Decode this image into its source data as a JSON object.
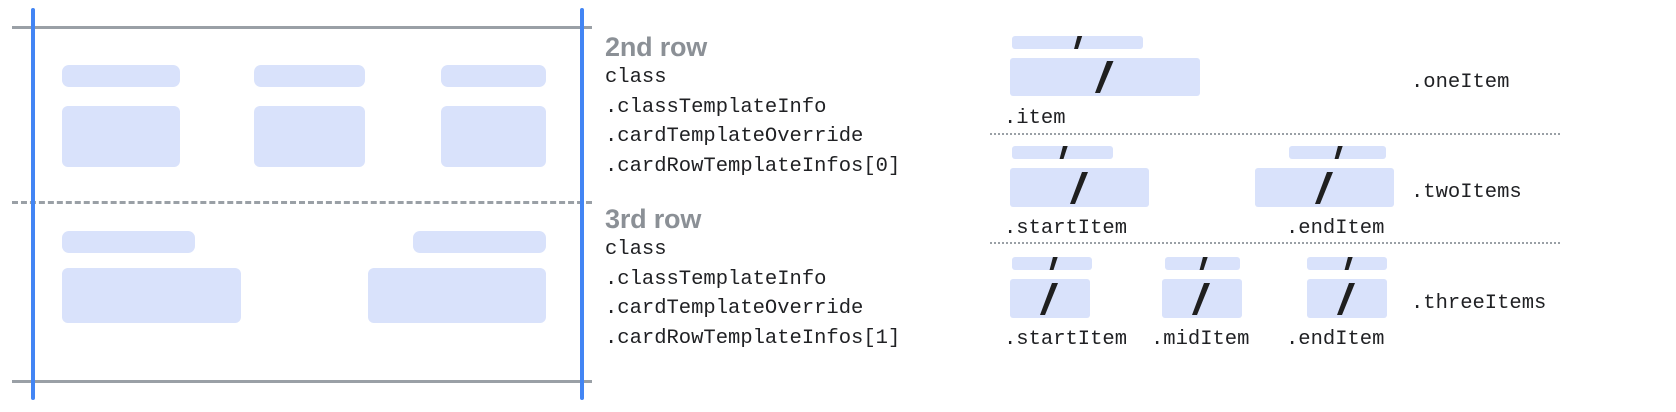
{
  "colors": {
    "placeholder": "#d9e2fb",
    "accent_blue": "#4285f4",
    "rule_gray": "#9aa0a6",
    "heading_gray": "#8b9096",
    "text": "#202124",
    "slash": "#1f1f1f"
  },
  "left_diagram": {
    "top_rule": "row-boundary-line",
    "bottom_rule": "row-boundary-line",
    "middle_rule": "row-separator-dashed",
    "left_edge": "card-left-edge-guide",
    "right_edge": "card-right-edge-guide",
    "rows": [
      {
        "name": "2nd row",
        "columns": [
          {
            "bar": "title-placeholder",
            "box": "image-placeholder"
          },
          {
            "bar": "title-placeholder",
            "box": "image-placeholder"
          },
          {
            "bar": "title-placeholder",
            "box": "image-placeholder"
          }
        ]
      },
      {
        "name": "3rd row",
        "columns": [
          {
            "bar": "title-placeholder",
            "box": "image-placeholder"
          },
          {
            "bar": "title-placeholder",
            "box": "image-placeholder"
          }
        ]
      }
    ]
  },
  "row_specs": [
    {
      "title": "2nd row",
      "lines": [
        "class",
        ".classTemplateInfo",
        ".cardTemplateOverride",
        ".cardRowTemplateInfos[0]"
      ]
    },
    {
      "title": "3rd row",
      "lines": [
        "class",
        ".classTemplateInfo",
        ".cardTemplateOverride",
        ".cardRowTemplateInfos[1]"
      ]
    }
  ],
  "right_diagram": {
    "bands": [
      {
        "tag": ".oneItem",
        "items": [
          {
            "label": ".item",
            "glyph": "slash-icon"
          }
        ]
      },
      {
        "tag": ".twoItems",
        "items": [
          {
            "label": ".startItem",
            "glyph": "slash-icon"
          },
          {
            "label": ".endItem",
            "glyph": "slash-icon"
          }
        ]
      },
      {
        "tag": ".threeItems",
        "items": [
          {
            "label": ".startItem",
            "glyph": "slash-icon"
          },
          {
            "label": ".midItem",
            "glyph": "slash-icon"
          },
          {
            "label": ".endItem",
            "glyph": "slash-icon"
          }
        ]
      }
    ],
    "separators": [
      "band-separator-dotted",
      "band-separator-dotted"
    ]
  }
}
